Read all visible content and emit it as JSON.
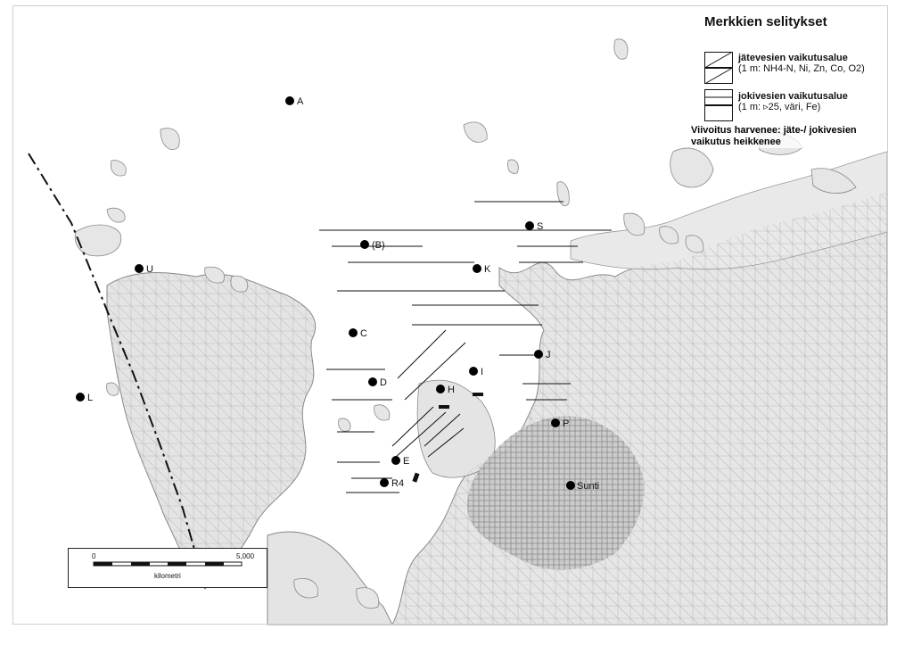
{
  "legend": {
    "title": "Merkkien selitykset",
    "wastewater_title": "jätevesien vaikutusalue",
    "wastewater_sub": "(1 m: NH4-N, Ni, Zn, Co, O2)",
    "river_title": "jokivesien vaikutusalue",
    "river_sub": "(1 m: ▹25, väri, Fe)"
  },
  "note": {
    "line1": "Viivoitus harvenee: jäte-/ jokivesien",
    "line2": "vaikutus heikkenee"
  },
  "scale": {
    "start": "0",
    "end": "5,000",
    "unit": "kilometri"
  },
  "stations": [
    {
      "id": "A",
      "label": "A"
    },
    {
      "id": "B",
      "label": "(B)"
    },
    {
      "id": "C",
      "label": "C"
    },
    {
      "id": "D",
      "label": "D"
    },
    {
      "id": "E",
      "label": "E"
    },
    {
      "id": "H",
      "label": "H"
    },
    {
      "id": "I",
      "label": "I"
    },
    {
      "id": "J",
      "label": "J"
    },
    {
      "id": "K",
      "label": "K"
    },
    {
      "id": "L",
      "label": "L"
    },
    {
      "id": "P",
      "label": "P"
    },
    {
      "id": "R4",
      "label": "R4"
    },
    {
      "id": "S",
      "label": "S"
    },
    {
      "id": "U",
      "label": "U"
    },
    {
      "id": "Sunti",
      "label": "Sunti"
    }
  ],
  "colors": {
    "land": "#e8e8e8",
    "land_dark": "#cfcfcf",
    "water": "#ffffff",
    "ink": "#111111"
  }
}
